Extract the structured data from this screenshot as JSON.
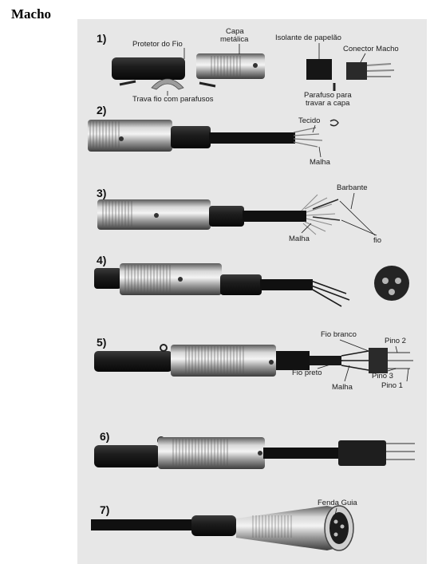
{
  "page_title": "Macho",
  "steps": {
    "s1": {
      "number": "1)",
      "labels": {
        "protetor": "Protetor do Fio",
        "capa1": "Capa",
        "capa2": "metálica",
        "isolante": "Isolante de papelão",
        "conector": "Conector Macho",
        "trava": "Trava fio com parafusos",
        "parafuso1": "Parafuso para",
        "parafuso2": "travar a capa"
      }
    },
    "s2": {
      "number": "2)",
      "labels": {
        "tecido": "Tecido",
        "malha": "Malha"
      }
    },
    "s3": {
      "number": "3)",
      "labels": {
        "barbante": "Barbante",
        "malha": "Malha",
        "fio": "fio"
      }
    },
    "s4": {
      "number": "4)"
    },
    "s5": {
      "number": "5)",
      "labels": {
        "fio_branco": "Fio branco",
        "pino2": "Pino 2",
        "fio_preto": "Fio preto",
        "pino3": "Pino 3",
        "malha": "Malha",
        "pino1": "Pino 1"
      }
    },
    "s6": {
      "number": "6)"
    },
    "s7": {
      "number": "7)",
      "labels": {
        "fenda": "Fenda Guia"
      }
    }
  }
}
